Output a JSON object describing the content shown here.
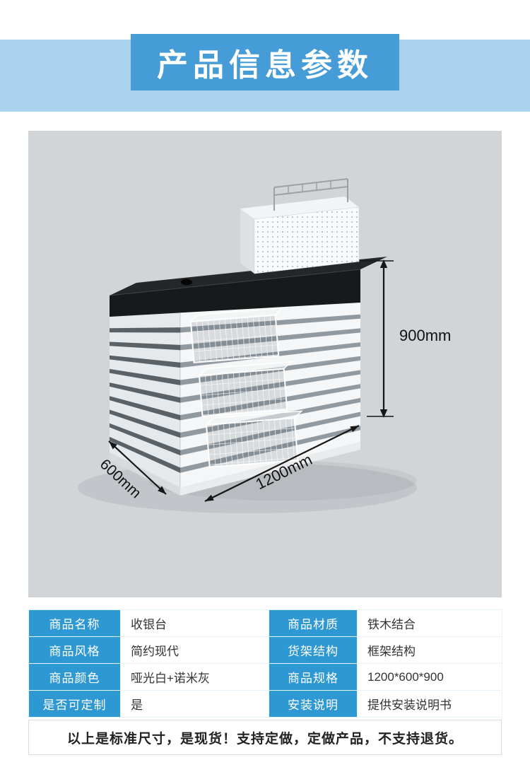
{
  "banner": {
    "title": "产品信息参数"
  },
  "image": {
    "dim_height": "900mm",
    "dim_depth": "600mm",
    "dim_width": "1200mm"
  },
  "table": {
    "rows": [
      {
        "l1": "商品名称",
        "v1": "收银台",
        "l2": "商品材质",
        "v2": "铁木结合"
      },
      {
        "l1": "商品风格",
        "v1": "简约现代",
        "l2": "货架结构",
        "v2": "框架结构"
      },
      {
        "l1": "商品颜色",
        "v1": "哑光白+诺米灰",
        "l2": "商品规格",
        "v2": "1200*600*900"
      },
      {
        "l1": "是否可定制",
        "v1": "是",
        "l2": "安装说明",
        "v2": "提供安装说明书"
      }
    ]
  },
  "note": "以上是标准尺寸，是现货！支持定做，定做产品，不支持退货。",
  "colors": {
    "banner_band": "#a9d2ec",
    "banner_box": "#459cd6",
    "table_label_bg": "#2e98d2",
    "image_panel_bg": "#d2d5d8"
  }
}
